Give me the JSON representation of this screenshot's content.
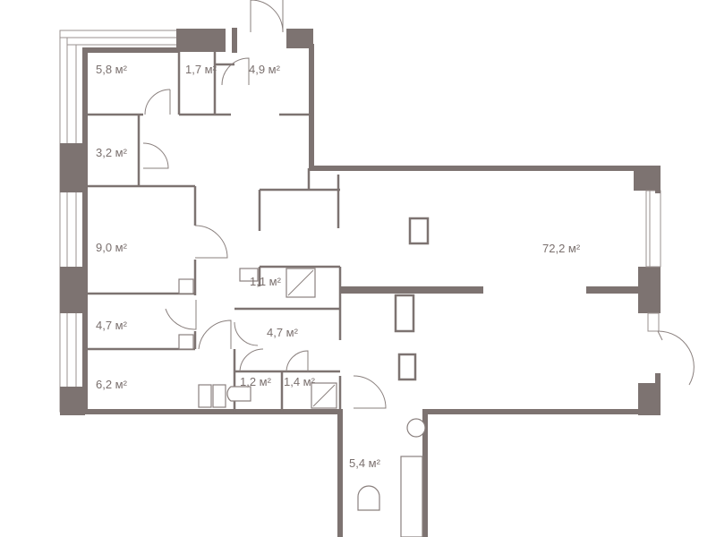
{
  "rooms": [
    {
      "id": "r1",
      "area": "5,8 м²"
    },
    {
      "id": "r2",
      "area": "1,7 м²"
    },
    {
      "id": "r3",
      "area": "4,9 м²"
    },
    {
      "id": "r4",
      "area": "3,2 м²"
    },
    {
      "id": "r5",
      "area": "9,0 м²"
    },
    {
      "id": "r6",
      "area": "1,1 м²"
    },
    {
      "id": "r7",
      "area": "4,7 м²"
    },
    {
      "id": "r8",
      "area": "4,7 м²"
    },
    {
      "id": "r9",
      "area": "6,2 м²"
    },
    {
      "id": "r10",
      "area": "1,2 м²"
    },
    {
      "id": "r11",
      "area": "1,4 м²"
    },
    {
      "id": "r12",
      "area": "72,2 м²"
    },
    {
      "id": "r13",
      "area": "5,4 м²"
    }
  ],
  "colors": {
    "wall": "#7d7371",
    "label": "#7a706e",
    "background": "#ffffff"
  }
}
